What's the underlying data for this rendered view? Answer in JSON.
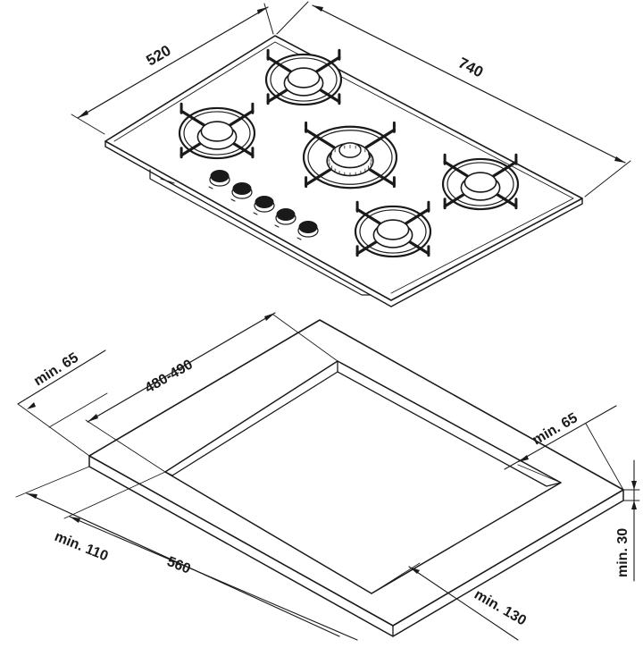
{
  "hob": {
    "width_label": "740",
    "depth_label": "520",
    "burners": [
      "rear-left",
      "front-left",
      "center-wok",
      "front-right",
      "right"
    ],
    "knob_count": 5
  },
  "cutout": {
    "depth_range_label": "480-490",
    "width_label": "560",
    "clearance_left_top": "min. 65",
    "clearance_right": "min. 65",
    "clearance_front_left": "min. 110",
    "clearance_front_right": "min. 130",
    "countertop_thickness": "min. 30"
  },
  "colors": {
    "line": "#1a1a1a",
    "background": "#ffffff"
  }
}
